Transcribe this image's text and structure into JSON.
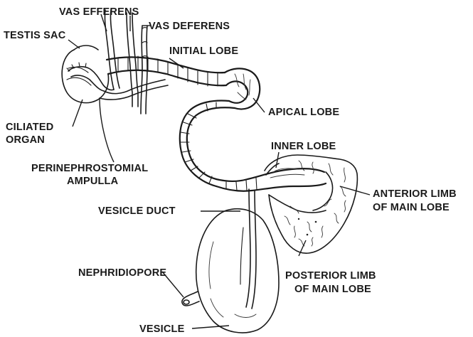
{
  "labels": {
    "vas_efferens": "VAS EFFERENS",
    "vas_deferens": "VAS DEFERENS",
    "testis_sac": "TESTIS SAC",
    "initial_lobe": "INITIAL LOBE",
    "apical_lobe": "APICAL LOBE",
    "ciliated_organ_1": "CILIATED",
    "ciliated_organ_2": "ORGAN",
    "perinephrostomial_1": "PERINEPHROSTOMIAL",
    "perinephrostomial_2": "AMPULLA",
    "inner_lobe": "INNER LOBE",
    "anterior_limb_1": "ANTERIOR LIMB",
    "anterior_limb_2": "OF MAIN LOBE",
    "vesicle_duct": "VESICLE DUCT",
    "nephridiopore": "NEPHRIDIOPORE",
    "posterior_limb_1": "POSTERIOR LIMB",
    "posterior_limb_2": "OF MAIN LOBE",
    "vesicle": "VESICLE"
  }
}
